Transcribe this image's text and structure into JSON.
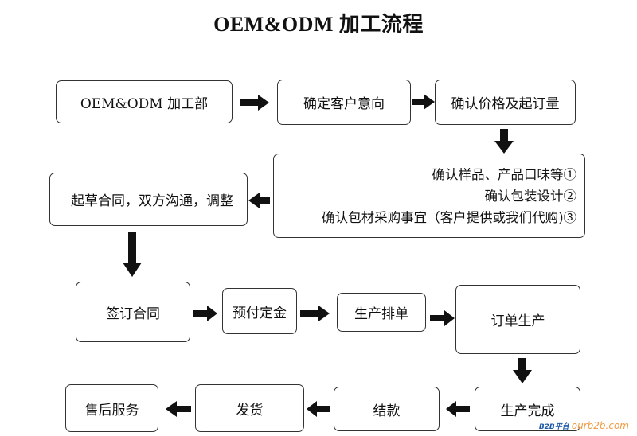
{
  "title": "OEM&ODM 加工流程",
  "steps": {
    "dept": "OEM&ODM 加工部",
    "intent": "确定客户意向",
    "price": "确认价格及起订量",
    "confirm_lines": [
      "确认样品、产品口味等①",
      "确认包装设计②",
      "确认包材采购事宜（客户提供或我们代购)③"
    ],
    "draft": "起草合同，双方沟通，调整",
    "sign": "签订合同",
    "deposit": "预付定金",
    "schedule": "生产排单",
    "produce": "订单生产",
    "done": "生产完成",
    "settle": "结款",
    "ship": "发货",
    "service": "售后服务"
  },
  "watermark": {
    "brand": "B2B平台",
    "site": "ourb2b.com"
  }
}
